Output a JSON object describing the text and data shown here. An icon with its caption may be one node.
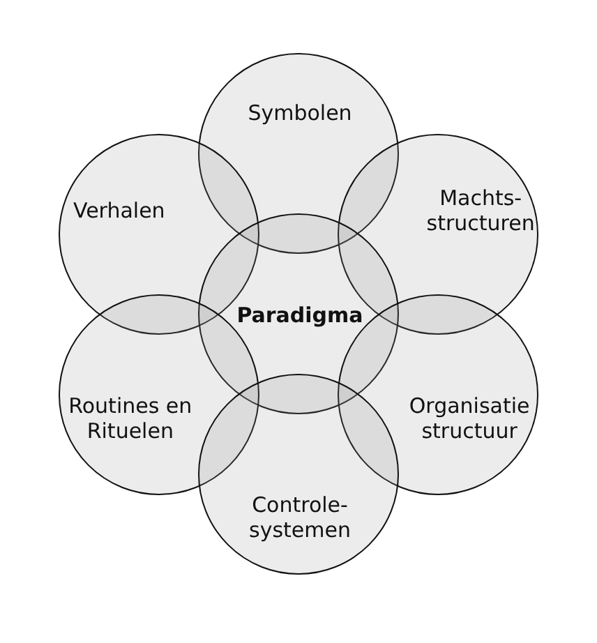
{
  "diagram": {
    "nodes": [
      {
        "text": [
          "Symbolen"
        ]
      },
      {
        "text": [
          "Verhalen"
        ]
      },
      {
        "text": [
          "Machts- structuren"
        ]
      },
      {
        "text": [
          "Paradigma"
        ]
      },
      {
        "text": [
          "Routines en Rituelen"
        ]
      },
      {
        "text": [
          "Organisatie structuur"
        ]
      },
      {
        "text": [
          "Controle- systemen"
        ]
      }
    ]
  }
}
